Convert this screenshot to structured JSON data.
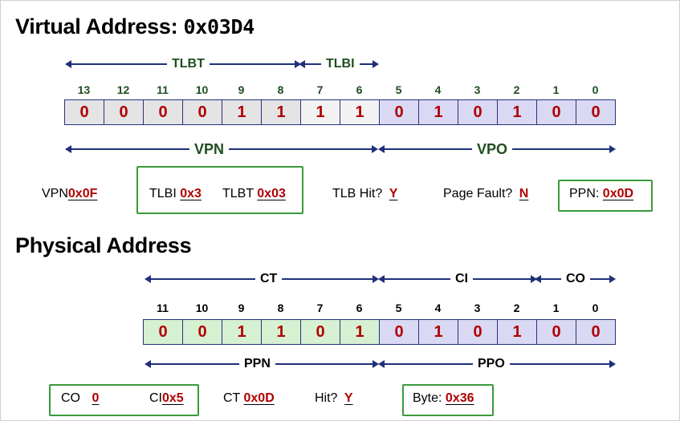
{
  "virtual": {
    "title": "Virtual Address:",
    "address": "0x03D4",
    "field_labels": {
      "tlbt": "TLBT",
      "tlbi": "TLBI",
      "vpn": "VPN",
      "vpo": "VPO"
    },
    "bit_numbers": [
      "13",
      "12",
      "11",
      "10",
      "9",
      "8",
      "7",
      "6",
      "5",
      "4",
      "3",
      "2",
      "1",
      "0"
    ],
    "bits": [
      "0",
      "0",
      "0",
      "0",
      "1",
      "1",
      "1",
      "1",
      "0",
      "1",
      "0",
      "1",
      "0",
      "0"
    ],
    "results": {
      "vpn_label": "VPN",
      "vpn_value": "0x0F",
      "tlbi_label": "TLBI",
      "tlbi_value": "0x3",
      "tlbt_label": "TLBT",
      "tlbt_value": "0x03",
      "tlbhit_label": "TLB Hit?",
      "tlbhit_value": "Y",
      "pagefault_label": "Page Fault?",
      "pagefault_value": "N",
      "ppn_label": "PPN:",
      "ppn_value": "0x0D"
    }
  },
  "physical": {
    "title": "Physical Address",
    "field_labels": {
      "ct": "CT",
      "ci": "CI",
      "co": "CO",
      "ppn": "PPN",
      "ppo": "PPO"
    },
    "bit_numbers": [
      "11",
      "10",
      "9",
      "8",
      "7",
      "6",
      "5",
      "4",
      "3",
      "2",
      "1",
      "0"
    ],
    "bits": [
      "0",
      "0",
      "1",
      "1",
      "0",
      "1",
      "0",
      "1",
      "0",
      "1",
      "0",
      "0"
    ],
    "results": {
      "co_label": "CO",
      "co_value": "0",
      "ci_label": "CI",
      "ci_value": "0x5",
      "ct_label": "CT",
      "ct_value": "0x0D",
      "hit_label": "Hit?",
      "hit_value": "Y",
      "byte_label": "Byte:",
      "byte_value": "0x36"
    }
  },
  "colors": {
    "value_red": "#b00000",
    "box_green": "#3a9a3a",
    "arrow_navy": "#1f2f7a",
    "label_green": "#1e4d1e"
  }
}
